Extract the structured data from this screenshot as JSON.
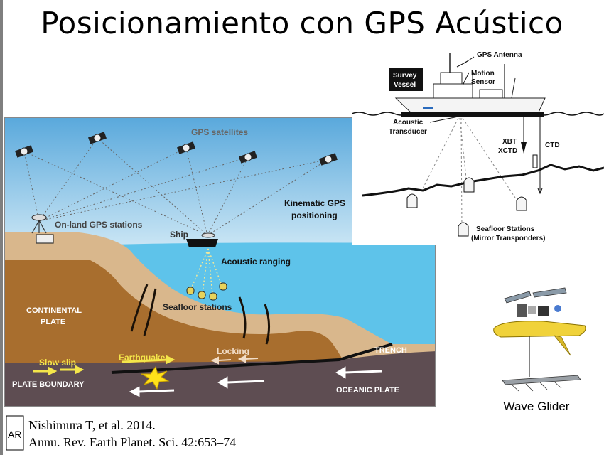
{
  "title": "Posicionamiento con GPS Acústico",
  "main_diagram": {
    "labels": {
      "gps_satellites": "GPS satellites",
      "kinematic_line1": "Kinematic GPS",
      "kinematic_line2": "positioning",
      "onland_stations": "On-land GPS stations",
      "ship": "Ship",
      "acoustic_ranging": "Acoustic ranging",
      "seafloor_stations": "Seafloor stations",
      "continental_line1": "CONTINENTAL",
      "continental_line2": "PLATE",
      "slow_slip": "Slow slip",
      "earthquake": "Earthquake",
      "locking": "Locking",
      "trench": "TRENCH",
      "plate_boundary": "PLATE BOUNDARY",
      "oceanic_plate": "OCEANIC PLATE"
    },
    "colors": {
      "sky_top": "#5aa9dc",
      "sky_bottom": "#d6ecf7",
      "sea": "#5ec3ea",
      "land": "#d9b78c",
      "continental": "#a86e2e",
      "oceanic": "#5e4d52",
      "slip_text": "#f4e64a",
      "locking_text": "#f1dcc6"
    }
  },
  "vessel_diagram": {
    "labels": {
      "survey_line1": "Survey",
      "survey_line2": "Vessel",
      "gps_antenna": "GPS Antenna",
      "motion_line1": "Motion",
      "motion_line2": "Sensor",
      "acoustic_line1": "Acoustic",
      "acoustic_line2": "Transducer",
      "xbt": "XBT",
      "xctd": "XCTD",
      "ctd": "CTD",
      "seafloor_line1": "Seafloor Stations",
      "seafloor_line2": "(Mirror Transponders)"
    }
  },
  "glider": {
    "caption": "Wave Glider"
  },
  "citation": {
    "logo_letters": "AR",
    "line1": "Nishimura T, et al. 2014.",
    "line2": "Annu. Rev. Earth Planet. Sci. 42:653–74"
  }
}
